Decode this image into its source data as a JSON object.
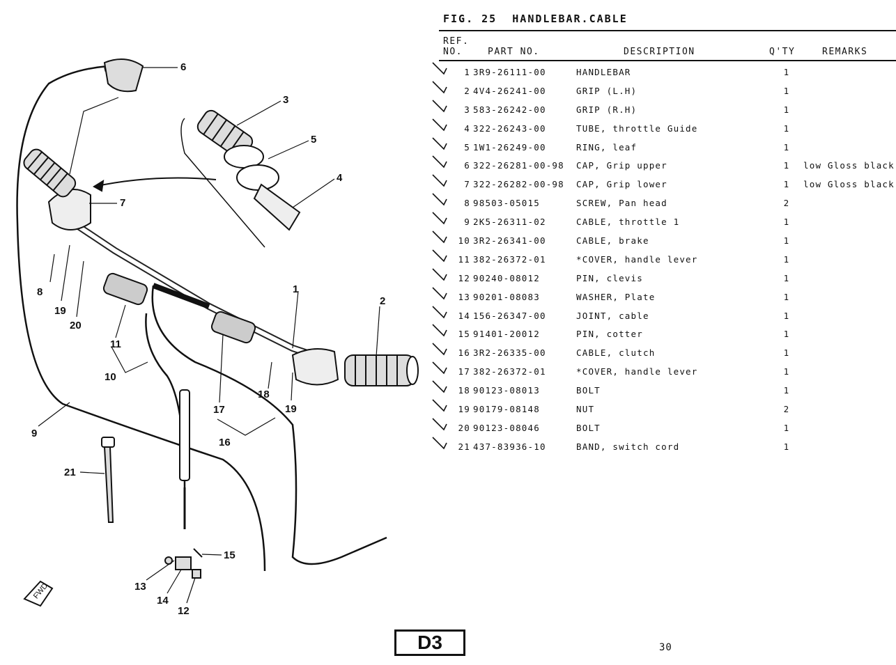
{
  "figure": {
    "number_label": "FIG. 25",
    "title": "HANDLEBAR.CABLE"
  },
  "table": {
    "headers": {
      "ref_line1": "REF.",
      "ref_line2": "NO.",
      "part_no": "PART NO.",
      "description": "DESCRIPTION",
      "qty": "Q'TY",
      "remarks": "REMARKS"
    },
    "rows": [
      {
        "ref": "1",
        "part": "3R9-26111-00",
        "desc": "HANDLEBAR",
        "qty": "1",
        "remarks": ""
      },
      {
        "ref": "2",
        "part": "4V4-26241-00",
        "desc": "GRIP (L.H)",
        "qty": "1",
        "remarks": ""
      },
      {
        "ref": "3",
        "part": "583-26242-00",
        "desc": "GRIP (R.H)",
        "qty": "1",
        "remarks": ""
      },
      {
        "ref": "4",
        "part": "322-26243-00",
        "desc": "TUBE, throttle Guide",
        "qty": "1",
        "remarks": ""
      },
      {
        "ref": "5",
        "part": "1W1-26249-00",
        "desc": "RING, leaf",
        "qty": "1",
        "remarks": ""
      },
      {
        "ref": "6",
        "part": "322-26281-00-98",
        "desc": "CAP, Grip upper",
        "qty": "1",
        "remarks": "low Gloss black"
      },
      {
        "ref": "7",
        "part": "322-26282-00-98",
        "desc": "CAP, Grip lower",
        "qty": "1",
        "remarks": "low Gloss black"
      },
      {
        "ref": "8",
        "part": "98503-05015",
        "desc": "SCREW, Pan head",
        "qty": "2",
        "remarks": ""
      },
      {
        "ref": "9",
        "part": "2K5-26311-02",
        "desc": "CABLE, throttle 1",
        "qty": "1",
        "remarks": ""
      },
      {
        "ref": "10",
        "part": "3R2-26341-00",
        "desc": "CABLE, brake",
        "qty": "1",
        "remarks": ""
      },
      {
        "ref": "11",
        "part": "382-26372-01",
        "desc": "*COVER, handle lever",
        "qty": "1",
        "remarks": ""
      },
      {
        "ref": "12",
        "part": "90240-08012",
        "desc": "PIN, clevis",
        "qty": "1",
        "remarks": ""
      },
      {
        "ref": "13",
        "part": "90201-08083",
        "desc": "WASHER, Plate",
        "qty": "1",
        "remarks": ""
      },
      {
        "ref": "14",
        "part": "156-26347-00",
        "desc": "JOINT, cable",
        "qty": "1",
        "remarks": ""
      },
      {
        "ref": "15",
        "part": "91401-20012",
        "desc": "PIN, cotter",
        "qty": "1",
        "remarks": ""
      },
      {
        "ref": "16",
        "part": "3R2-26335-00",
        "desc": "CABLE, clutch",
        "qty": "1",
        "remarks": ""
      },
      {
        "ref": "17",
        "part": "382-26372-01",
        "desc": "*COVER, handle lever",
        "qty": "1",
        "remarks": ""
      },
      {
        "ref": "18",
        "part": "90123-08013",
        "desc": "BOLT",
        "qty": "1",
        "remarks": ""
      },
      {
        "ref": "19",
        "part": "90179-08148",
        "desc": "NUT",
        "qty": "2",
        "remarks": ""
      },
      {
        "ref": "20",
        "part": "90123-08046",
        "desc": "BOLT",
        "qty": "1",
        "remarks": ""
      },
      {
        "ref": "21",
        "part": "437-83936-10",
        "desc": "BAND, switch cord",
        "qty": "1",
        "remarks": ""
      }
    ]
  },
  "diagram": {
    "callouts": [
      "6",
      "3",
      "5",
      "4",
      "7",
      "8",
      "19",
      "20",
      "11",
      "10",
      "1",
      "2",
      "17",
      "18",
      "19",
      "16",
      "9",
      "21",
      "15",
      "13",
      "14",
      "12"
    ],
    "fwd_label": "FWD"
  },
  "catalog_code": "D3",
  "page_number": "30"
}
